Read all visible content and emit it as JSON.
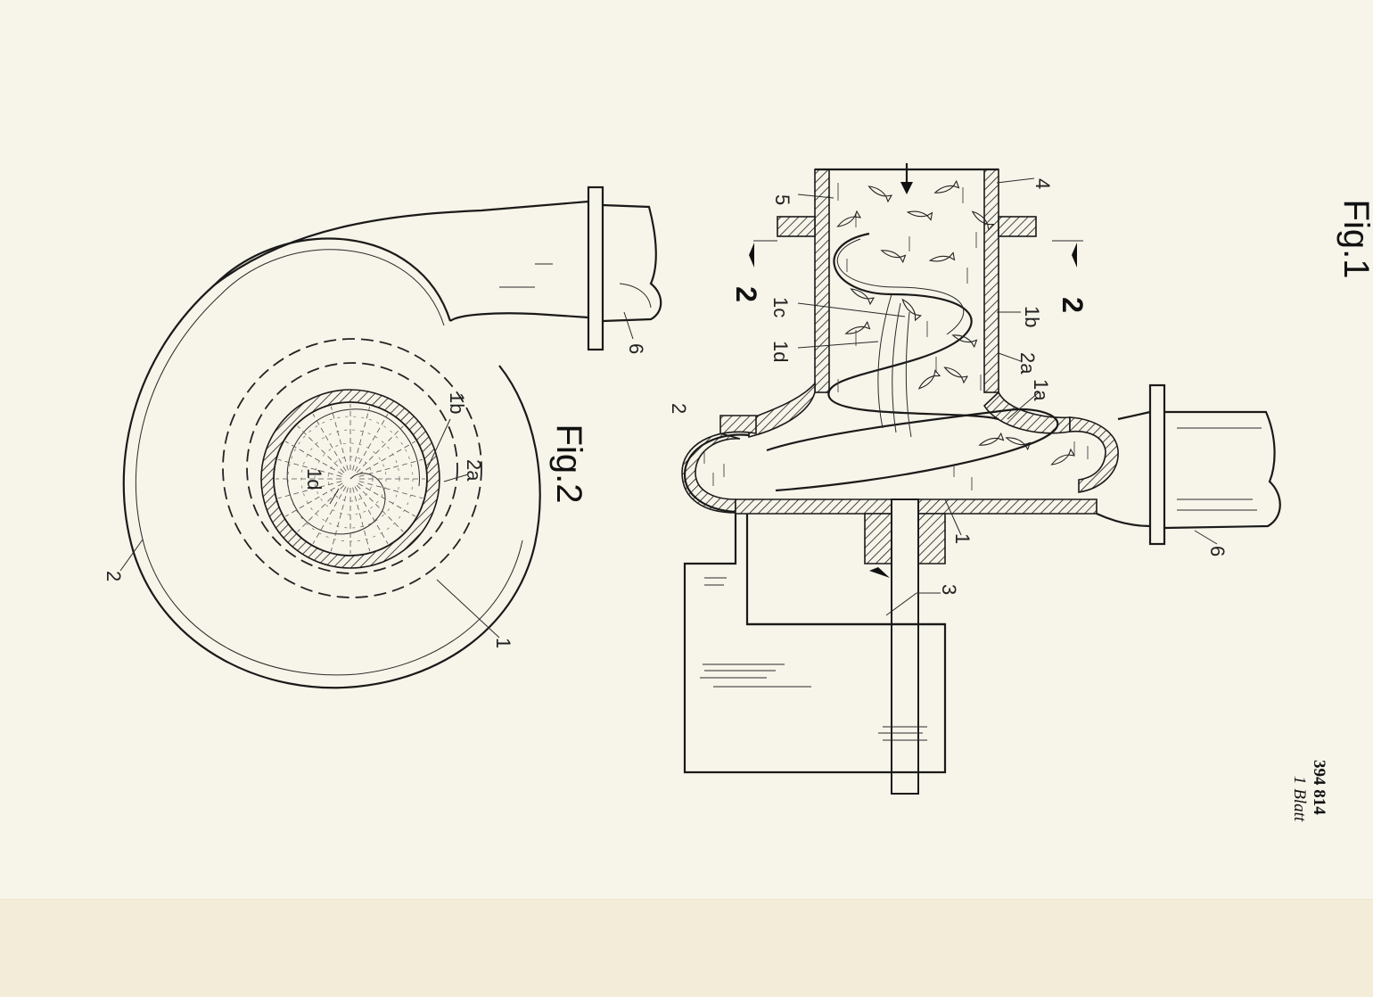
{
  "document": {
    "patent_number": "394 814",
    "sheet_note": "1 Blatt"
  },
  "figures": {
    "fig1_label": "Fig.1",
    "fig2_label": "Fig.2"
  },
  "section": {
    "left_mark": "2",
    "right_mark": "2"
  },
  "labels": {
    "fig1": [
      "1",
      "1a",
      "1b",
      "1c",
      "1d",
      "2",
      "2a",
      "3",
      "4",
      "5",
      "6"
    ],
    "fig2": [
      "1",
      "1b",
      "1d",
      "2",
      "2a",
      "6"
    ]
  }
}
